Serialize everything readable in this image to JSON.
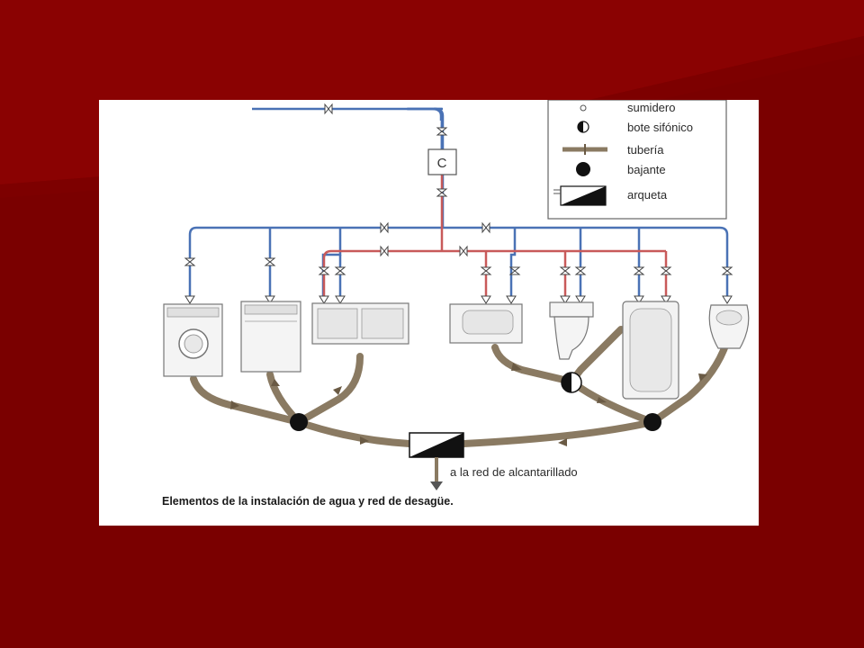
{
  "legend": {
    "items": [
      {
        "icon": "sumidero-icon",
        "label": "sumidero"
      },
      {
        "icon": "bote-sifonico-icon",
        "label": "bote sifónico"
      },
      {
        "icon": "tuberia-icon",
        "label": "tubería"
      },
      {
        "icon": "bajante-icon",
        "label": "bajante"
      },
      {
        "icon": "arqueta-icon",
        "label": "arqueta"
      }
    ]
  },
  "meter_label": "C",
  "outlet_label": "a la red de alcantarillado",
  "caption": "Elementos de la instalación de agua y red de desagüe.",
  "colors": {
    "slide_background": "#7a0000",
    "cold_water": "#4a72b5",
    "hot_water": "#c85a5a",
    "drain": "#8a7a62"
  }
}
